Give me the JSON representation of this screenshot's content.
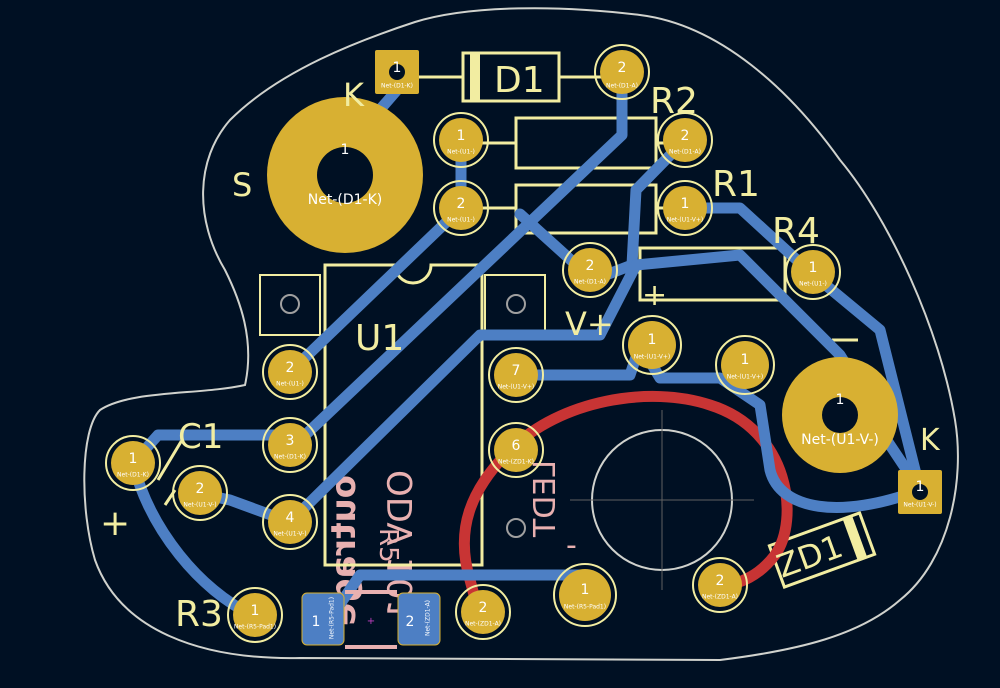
{
  "colors": {
    "background": "#001023",
    "copper_front": "#c83434",
    "copper_back": "#4d7fc4",
    "pad": "#d8b032",
    "silkscreen": "#f2eda1",
    "edge_cuts": "#d0d2cd",
    "back_silkscreen": "#e8b0b0"
  },
  "refs": {
    "d1": "D1",
    "r2": "R2",
    "r1": "R1",
    "r4": "R4",
    "u1": "U1",
    "c1": "C1",
    "r3": "R3",
    "zd1": "ZD1",
    "r5": "R5"
  },
  "labels": {
    "k_top": "K",
    "s": "S",
    "k_right": "K",
    "v_plus": "V+",
    "plus_c1": "+",
    "plus_r4": "+",
    "minus_right": "-",
    "minus_bottom": "-"
  },
  "back_texts": {
    "outrage": "outrage",
    "odv": "ODV 101",
    "ledt": "LEDT"
  },
  "pads": {
    "d1_k": {
      "num": "1",
      "net": "Net-(D1-K)"
    },
    "d1_a": {
      "num": "2",
      "net": "Net-(D1-A)"
    },
    "s_big": {
      "num": "1",
      "net": "Net-(D1-K)"
    },
    "r2_1": {
      "num": "1",
      "net": "Net-(U1-)"
    },
    "r2_2": {
      "num": "2",
      "net": "Net-(D1-A)"
    },
    "mid_2": {
      "num": "2",
      "net": "Net-(U1-)"
    },
    "r1_1": {
      "num": "1",
      "net": "Net-(U1-V+)"
    },
    "r1_2": {
      "num": "2",
      "net": "Net-(D1-A)"
    },
    "r4_1": {
      "num": "1",
      "net": "Net-(U1-)"
    },
    "u1_2": {
      "num": "2",
      "net": "Net-(U1-)"
    },
    "u1_3": {
      "num": "3",
      "net": "Net-(D1-K)"
    },
    "u1_4": {
      "num": "4",
      "net": "Net-(U1-V-)"
    },
    "u1_7": {
      "num": "7",
      "net": "Net-(U1-V+)"
    },
    "u1_6": {
      "num": "6",
      "net": "Net-(ZD1-K)"
    },
    "vp_1": {
      "num": "1",
      "net": "Net-(U1-V+)"
    },
    "vp_1b": {
      "num": "1",
      "net": "Net-(U1-V+)"
    },
    "big_r": {
      "num": "1",
      "net": "Net-(U1-V-)"
    },
    "zd1_k": {
      "num": "1",
      "net": "Net-(U1-V-)"
    },
    "zd1_a": {
      "num": "2",
      "net": "Net-(ZD1-A)"
    },
    "c1_1": {
      "num": "1",
      "net": "Net-(D1-K)"
    },
    "c1_2": {
      "num": "2",
      "net": "Net-(U1-V-)"
    },
    "r3_1": {
      "num": "1",
      "net": "Net-(R5-Pad1)"
    },
    "r3_2": {
      "num": "2",
      "net": "Net-(ZD1-A)"
    },
    "minus_1": {
      "num": "1",
      "net": "Net-(R5-Pad1)"
    },
    "r5_1": {
      "num": "1",
      "net": "Net-(R5-Pad1)"
    },
    "r5_2": {
      "num": "2",
      "net": "Net-(ZD1-A)"
    }
  }
}
